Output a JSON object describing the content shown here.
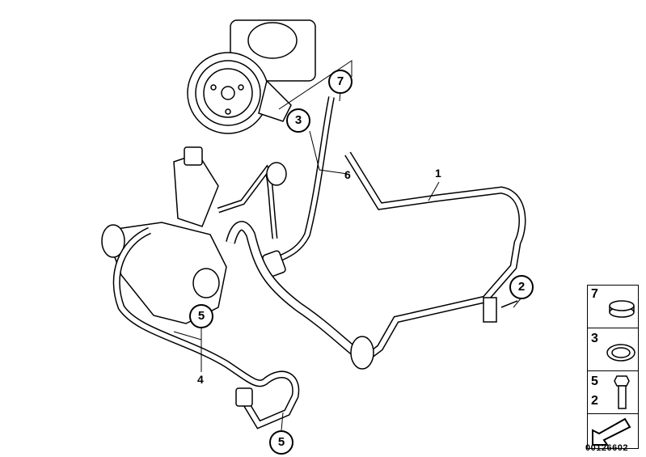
{
  "callouts": {
    "c7": "7",
    "c3": "3",
    "c6": "6",
    "c1": "1",
    "c2": "2",
    "c5a": "5",
    "c4": "4",
    "c5b": "5"
  },
  "legend": {
    "items": [
      {
        "numbers": [
          "7"
        ],
        "icon": "hose-clamp-icon"
      },
      {
        "numbers": [
          "3"
        ],
        "icon": "seal-ring-icon"
      },
      {
        "numbers": [
          "5",
          "2"
        ],
        "icon": "bolt-icon"
      },
      {
        "numbers": [],
        "icon": "arrow-icon"
      }
    ]
  },
  "diagram_code": "00126602"
}
